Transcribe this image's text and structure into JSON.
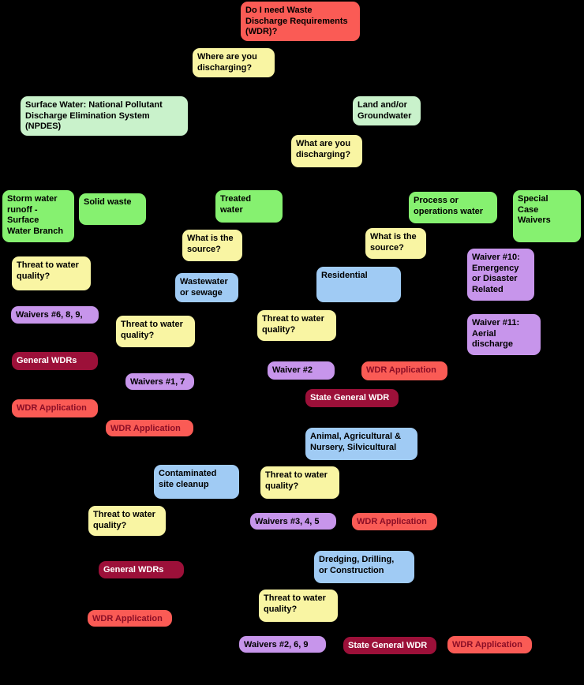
{
  "diagram": {
    "type": "decision-tree-flowchart",
    "background_color": "#000000",
    "topic": "Do I need Waste Discharge Requirements (WDR)?"
  },
  "palette": {
    "red": "#FA5B55",
    "yellow": "#F9F5A3",
    "green": "#86F170",
    "palegreen": "#C9F2CB",
    "blue": "#A0CBF4",
    "purple": "#C795EB",
    "maroon": "#9C1039",
    "text_default": "#000000",
    "text_on_maroon": "#FFFFFF",
    "text_wdr_application": "#8B0E26"
  },
  "nodes": [
    {
      "name": "do-i-need-wdr",
      "color": "red",
      "text": "Do I need Waste\nDischarge Requirements\n(WDR)?"
    },
    {
      "name": "where-are-you-discharging",
      "color": "yellow",
      "text": "Where are you\ndischarging?"
    },
    {
      "name": "surface-water-npdes",
      "color": "palegreen",
      "text": "Surface Water: National Pollutant\nDischarge Elimination System\n(NPDES)"
    },
    {
      "name": "land-and-or-groundwater",
      "color": "palegreen",
      "text": "Land and/or\nGroundwater"
    },
    {
      "name": "what-are-you-discharging",
      "color": "yellow",
      "text": "What are you\ndischarging?"
    },
    {
      "name": "storm-water-runoff",
      "color": "green",
      "text": "Storm water\nrunoff -\nSurface\nWater Branch"
    },
    {
      "name": "solid-waste",
      "color": "green",
      "text": "Solid waste"
    },
    {
      "name": "treated-water",
      "color": "green",
      "text": "Treated\nwater"
    },
    {
      "name": "process-or-operations-water",
      "color": "green",
      "text": "Process or\noperations water"
    },
    {
      "name": "special-case-waivers",
      "color": "green",
      "text": "Special\nCase\nWaivers"
    },
    {
      "name": "what-is-the-source-left",
      "color": "yellow",
      "text": "What is the\nsource?"
    },
    {
      "name": "what-is-the-source-right",
      "color": "yellow",
      "text": "What is the\nsource?"
    },
    {
      "name": "threat-to-water-quality-storm",
      "color": "yellow",
      "text": "Threat to water\nquality?"
    },
    {
      "name": "wastewater-or-sewage",
      "color": "blue",
      "text": "Wastewater\nor sewage"
    },
    {
      "name": "residential",
      "color": "blue",
      "text": "Residential"
    },
    {
      "name": "waiver-10-emergency",
      "color": "purple",
      "text": "Waiver #10:\nEmergency\nor Disaster\nRelated"
    },
    {
      "name": "waivers-6-8-9",
      "color": "purple",
      "text": "Waivers #6, 8, 9,"
    },
    {
      "name": "threat-to-water-quality-wastewater",
      "color": "yellow",
      "text": "Threat to water\nquality?"
    },
    {
      "name": "threat-to-water-quality-residential",
      "color": "yellow",
      "text": "Threat to water\nquality?"
    },
    {
      "name": "waiver-11-aerial",
      "color": "purple",
      "text": "Waiver #11:\nAerial\ndischarge"
    },
    {
      "name": "general-wdrs-storm",
      "color": "maroon",
      "text": "General WDRs",
      "text_color": "#FFFFFF"
    },
    {
      "name": "waiver-2",
      "color": "purple",
      "text": "Waiver #2"
    },
    {
      "name": "wdr-application-residential",
      "color": "red",
      "text": "WDR Application",
      "text_color": "#8B0E26"
    },
    {
      "name": "waivers-1-7",
      "color": "purple",
      "text": "Waivers #1, 7"
    },
    {
      "name": "state-general-wdr-residential",
      "color": "maroon",
      "text": "State General WDR",
      "text_color": "#FFFFFF"
    },
    {
      "name": "wdr-application-storm",
      "color": "red",
      "text": "WDR Application",
      "text_color": "#8B0E26"
    },
    {
      "name": "wdr-application-wastewater",
      "color": "red",
      "text": "WDR Application",
      "text_color": "#8B0E26"
    },
    {
      "name": "animal-agricultural-nursery",
      "color": "blue",
      "text": "Animal, Agricultural &\nNursery, Silvicultural"
    },
    {
      "name": "contaminated-site-cleanup",
      "color": "blue",
      "text": "Contaminated\nsite cleanup"
    },
    {
      "name": "threat-to-water-quality-animal",
      "color": "yellow",
      "text": "Threat to water\nquality?"
    },
    {
      "name": "threat-to-water-quality-contaminated",
      "color": "yellow",
      "text": "Threat to water\nquality?"
    },
    {
      "name": "waivers-3-4-5",
      "color": "purple",
      "text": "Waivers #3, 4, 5"
    },
    {
      "name": "wdr-application-animal",
      "color": "red",
      "text": "WDR Application",
      "text_color": "#8B0E26"
    },
    {
      "name": "general-wdrs-contaminated",
      "color": "maroon",
      "text": "General WDRs",
      "text_color": "#FFFFFF"
    },
    {
      "name": "dredging-drilling-construction",
      "color": "blue",
      "text": "Dredging, Drilling,\nor Construction"
    },
    {
      "name": "threat-to-water-quality-dredging",
      "color": "yellow",
      "text": "Threat to water\nquality?"
    },
    {
      "name": "wdr-application-contaminated",
      "color": "red",
      "text": "WDR Application",
      "text_color": "#8B0E26"
    },
    {
      "name": "waivers-2-6-9",
      "color": "purple",
      "text": "Waivers #2, 6, 9"
    },
    {
      "name": "state-general-wdr-dredging",
      "color": "maroon",
      "text": "State General WDR",
      "text_color": "#FFFFFF"
    },
    {
      "name": "wdr-application-dredging",
      "color": "red",
      "text": "WDR Application",
      "text_color": "#8B0E26"
    }
  ]
}
